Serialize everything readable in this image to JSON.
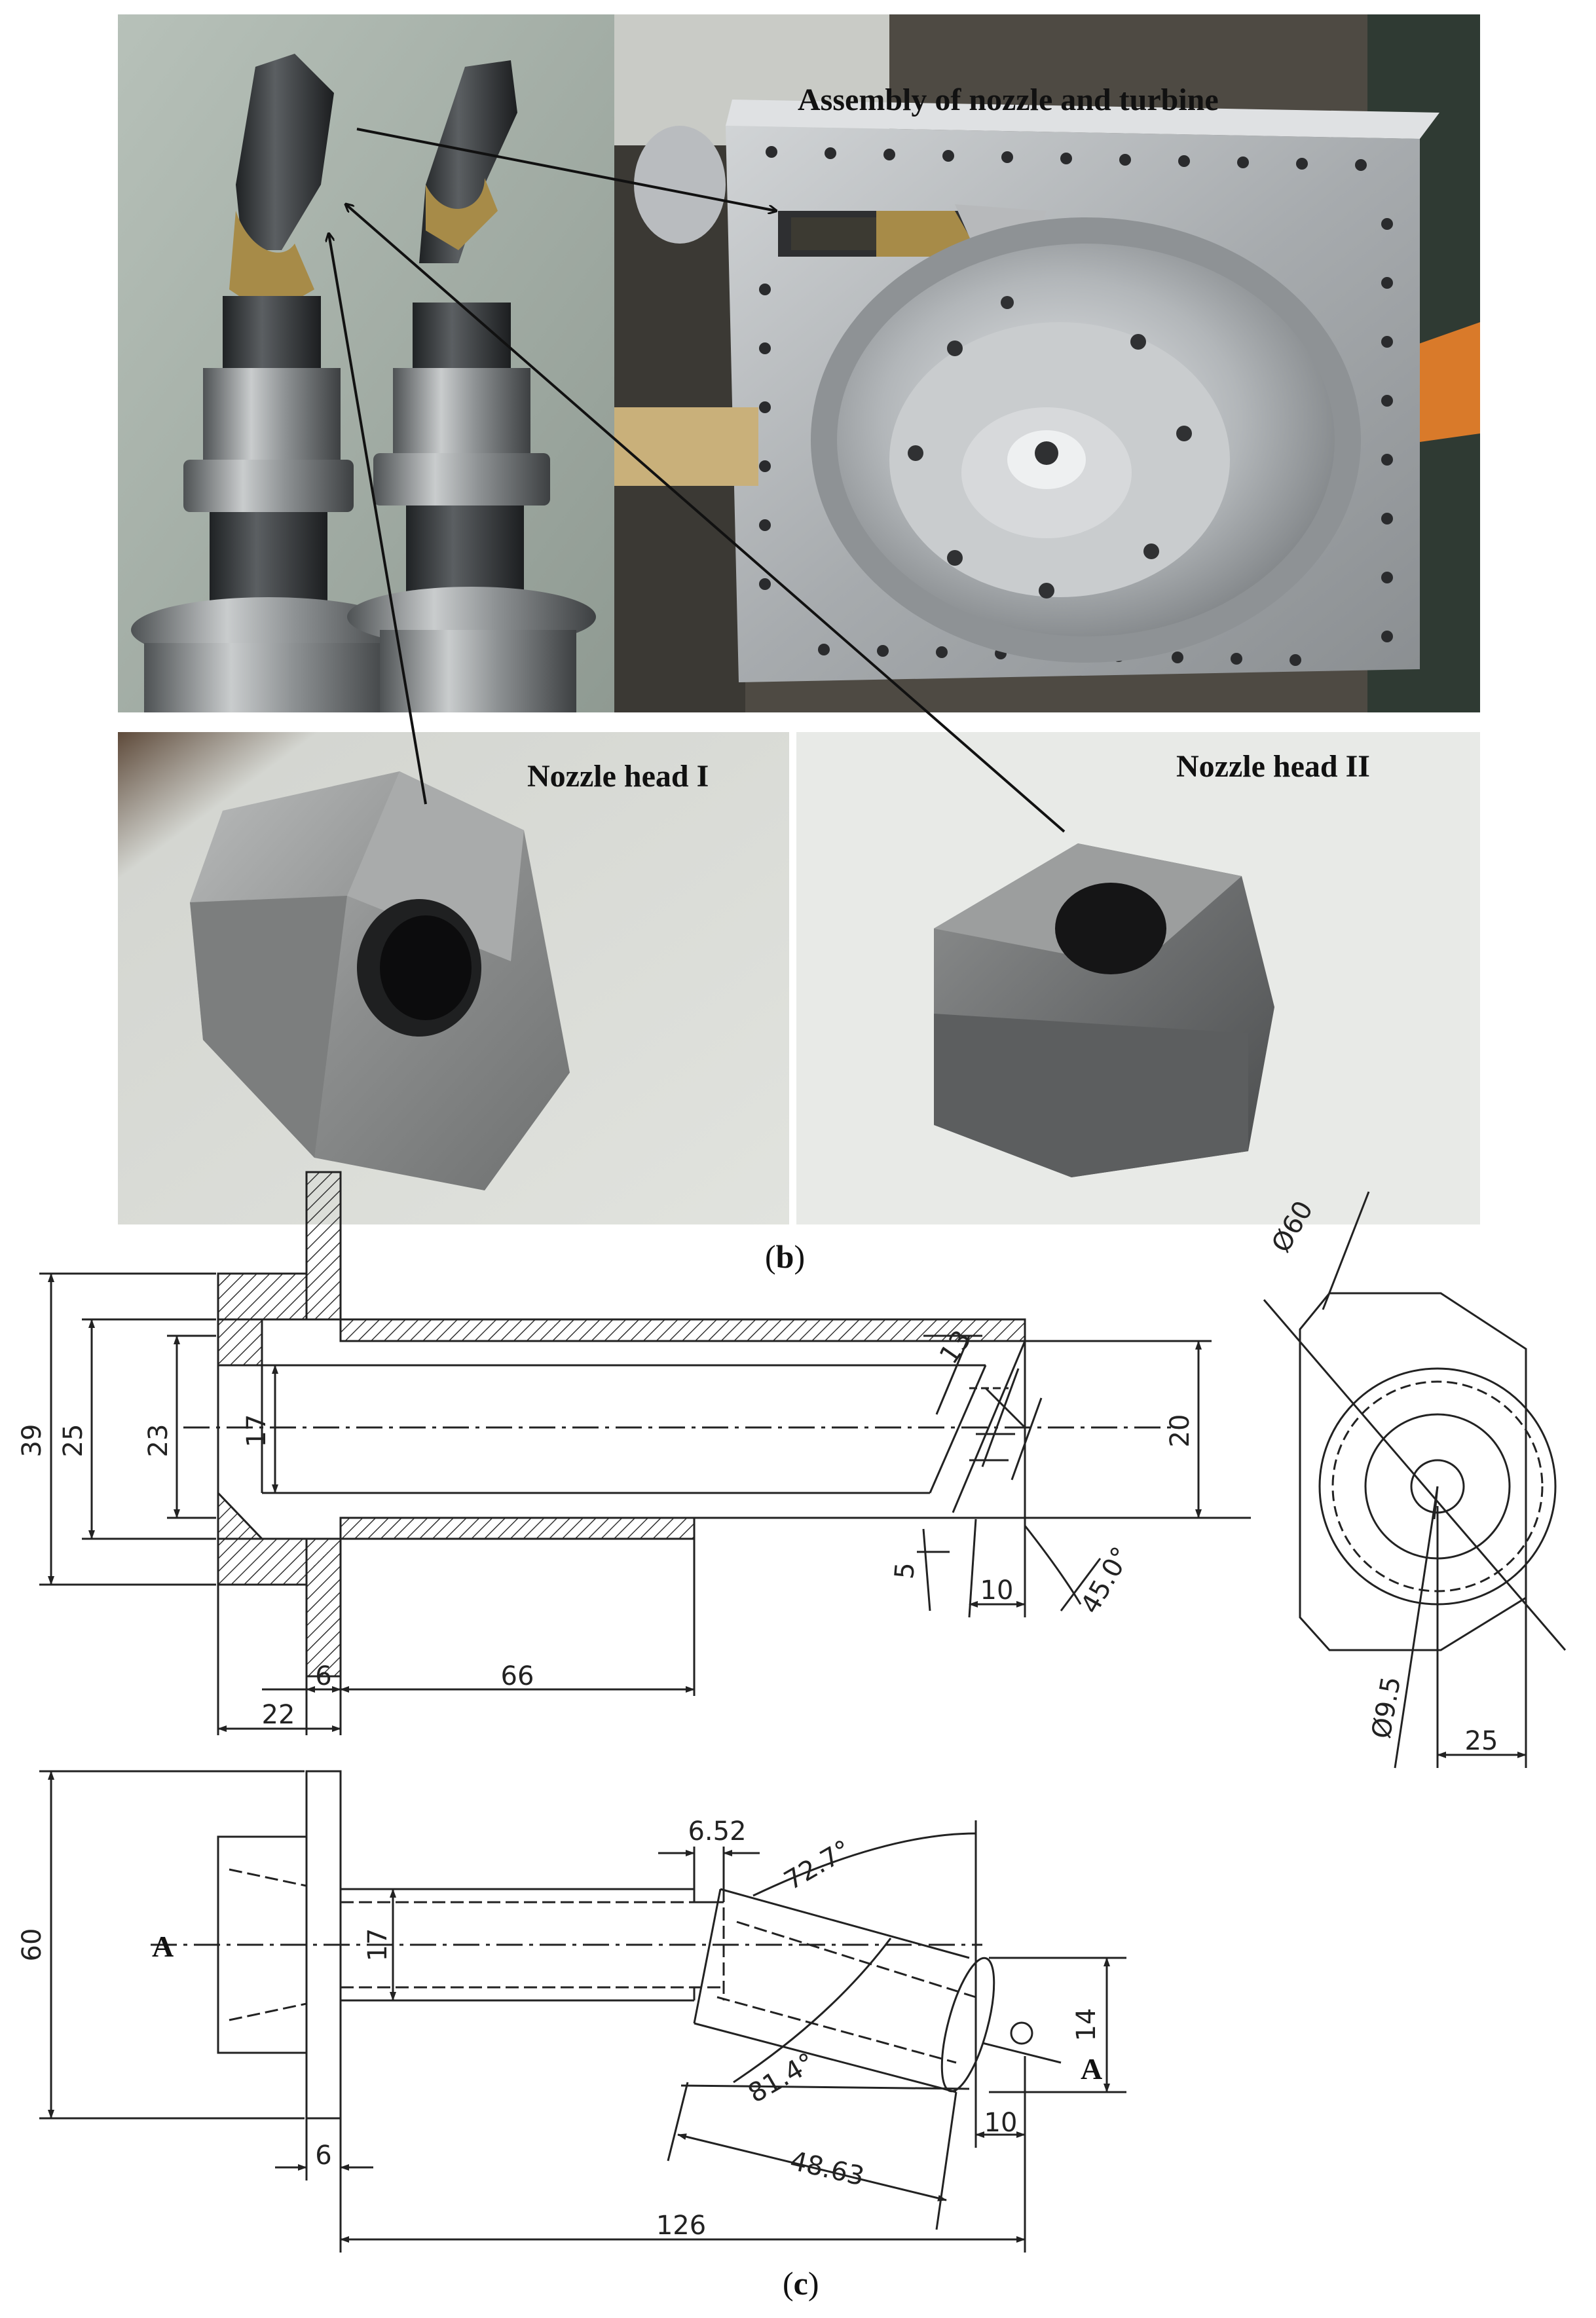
{
  "photos": {
    "assembly_label": "Assembly of nozzle and turbine",
    "head1_label": "Nozzle head I",
    "head2_label": "Nozzle head II"
  },
  "captions": {
    "b_open": "(",
    "b_letter": "b",
    "b_close": ")",
    "c_open": "(",
    "c_letter": "c",
    "c_close": ")"
  },
  "drawing_top": {
    "dims": [
      "39",
      "25",
      "23",
      "17",
      "13",
      "20",
      "5",
      "10",
      "45.0°",
      "6",
      "66",
      "22"
    ]
  },
  "drawing_end": {
    "dims": [
      "Ø60",
      "Ø9.5",
      "25"
    ]
  },
  "drawing_bottom": {
    "dims": [
      "60",
      "17",
      "6.52",
      "72.7°",
      "81.4°",
      "48.63",
      "14",
      "10",
      "6",
      "126"
    ],
    "section_mark": "A"
  },
  "colors": {
    "photo_bg_left": "#a8b3ab",
    "metal": "#8c8f90",
    "steel_light": "#b9bcbf",
    "dark_metal": "#3a3c3f",
    "brass": "#a78b48",
    "line": "#222222"
  }
}
